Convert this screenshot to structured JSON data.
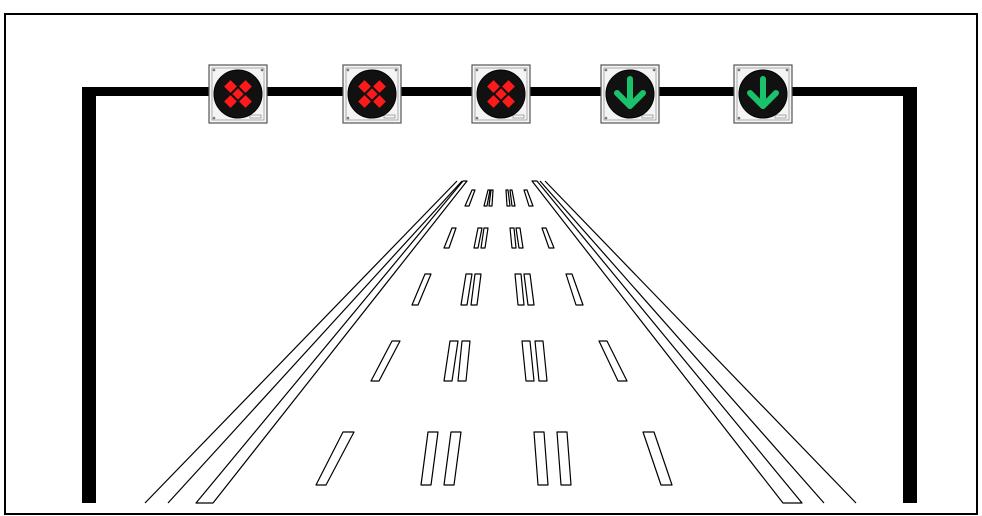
{
  "colors": {
    "background": "#ffffff",
    "frame": "#000000",
    "gantry": "#000000",
    "road_line": "#000000",
    "signal_housing": "#f4f4f4",
    "signal_face": "#111111",
    "closed_symbol": "#ff1a1a",
    "open_symbol": "#19c26b"
  },
  "lane_signals": [
    {
      "state": "closed",
      "symbol": "red-x-icon"
    },
    {
      "state": "closed",
      "symbol": "red-x-icon"
    },
    {
      "state": "closed",
      "symbol": "red-x-icon"
    },
    {
      "state": "open",
      "symbol": "green-down-arrow-icon"
    },
    {
      "state": "open",
      "symbol": "green-down-arrow-icon"
    }
  ]
}
